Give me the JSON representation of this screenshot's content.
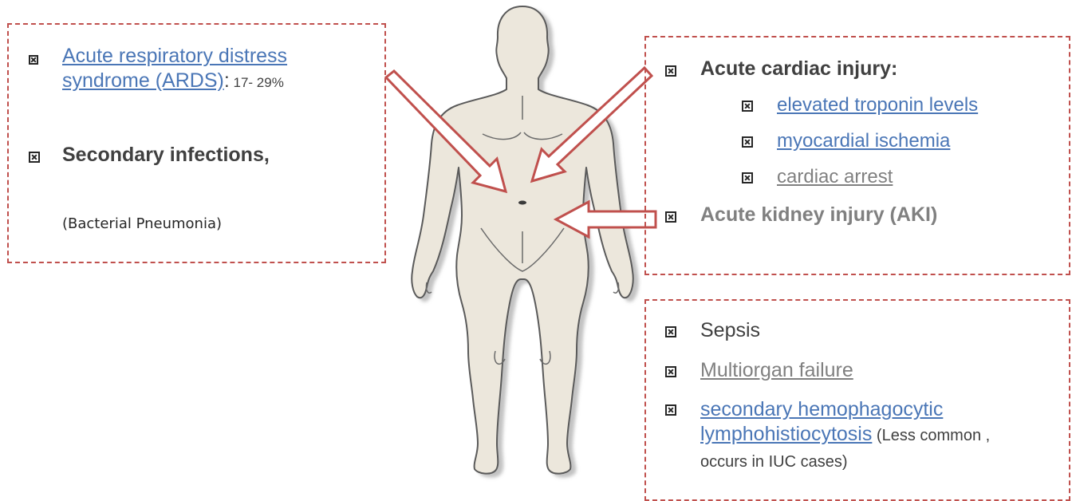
{
  "left_box": {
    "ards_link": "Acute respiratory distress syndrome (ARDS)",
    "ards_colon": ":",
    "ards_pct": " 17- 29%",
    "secondary": "Secondary infections,",
    "pneumonia": "(Bacterial Pneumonia)"
  },
  "right_top_box": {
    "cardiac_heading": "Acute cardiac injury:",
    "sub_items": [
      "elevated troponin levels",
      "myocardial ischemia",
      "cardiac arrest"
    ],
    "kidney": "Acute kidney injury (AKI)"
  },
  "right_bottom_box": {
    "sepsis": "Sepsis",
    "multiorgan": "Multiorgan failure",
    "hlh_link": "secondary hemophagocytic lymphohistiocytosis",
    "hlh_note": " (Less common , occurs in IUC cases)"
  },
  "colors": {
    "border": "#c0504d",
    "arrow": "#c0504d",
    "link_blue": "#4a76b6",
    "text_gray": "#808080",
    "text_dark": "#404040",
    "body_fill": "#ece7dc"
  }
}
